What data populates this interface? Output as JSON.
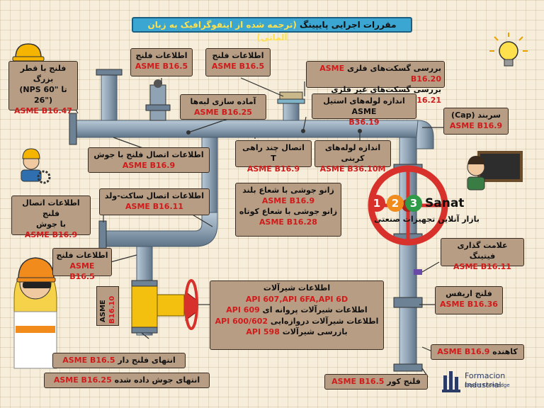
{
  "title": {
    "main": "مقررات اجرایی پایپینگ",
    "sub": "(ترجمه شده از اینفوگرافیک به زبان آلمانی)"
  },
  "labels": {
    "large_flange": {
      "l1": "فلنج با قطر بزرگ",
      "l2": "(NPS 60\" تا 26\")",
      "std": "ASME B16.47"
    },
    "flange_info_1": {
      "l1": "اطلاعات فلنج",
      "std": "ASME B16.5"
    },
    "flange_info_2": {
      "l1": "اطلاعات فلنج",
      "std": "ASME B16.5"
    },
    "gasket": {
      "l1": "بررسی گسکت‌های فلزی",
      "std1": "ASME B16.20",
      "l2": "بررسی گسکت‌های غیر فلزی",
      "std2": "ASME B16.21"
    },
    "bevel": {
      "l1": "آماده سازی لبه‌ها",
      "std": "ASME B16.25"
    },
    "stainless": {
      "l1": "اندازه لوله‌های استیل ASME",
      "std": "B36.19"
    },
    "cap": {
      "l1": "سربند (Cap)",
      "std": "ASME B16.9"
    },
    "weld_flange_1": {
      "l1": "اطلاعات اتصال فلنج با جوش",
      "std": "ASME B16.9"
    },
    "tee": {
      "l1": "اتصال چند راهی T",
      "std": "ASME B16.9"
    },
    "carbon": {
      "l1": "اندازه لوله‌های کربنی",
      "std": "ASME B36.10M"
    },
    "socket_weld": {
      "l1": "اطلاعات اتصال ساکت-ولد",
      "std": "ASME B16.11"
    },
    "elbow": {
      "l1": "زانو جوشی با شعاع بلند",
      "std1": "ASME B16.9",
      "l2": "زانو جوشی با شعاع کوتاه",
      "std2": "ASME B16.28"
    },
    "weld_flange_2": {
      "l1": "اطلاعات اتصال فلنج",
      "l2": "با جوش",
      "std": "ASME B16.9"
    },
    "fitting_mark": {
      "l1": "علامت گذاری فیتینگ",
      "std": "ASME B16.11"
    },
    "flange_info_3": {
      "l1": "اطلاعات فلنج",
      "std": "ASME B16.5"
    },
    "valves": {
      "l1": "اطلاعات شیرآلات",
      "std1": "API 607,API 6FA,API 6D",
      "l2": "اطلاعات شیرآلات پروانه ای",
      "std2": "API 609",
      "l3": "اطلاعات شیرآلات دروازه‌ایی",
      "std3": "API 600/602",
      "l4": "بازرسی شیرآلات",
      "std4": "API 598"
    },
    "orifice": {
      "l1": "فلنج اریفس",
      "std": "ASME B16.36"
    },
    "reducer": {
      "l1": "کاهنده",
      "std": "ASME B16.9"
    },
    "flanged_end": {
      "l1": "انتهای فلنج دار",
      "std": "ASME B16.5"
    },
    "weld_end": {
      "l1": "انتهای جوش داده شده",
      "std": "ASME B16.25"
    },
    "blind": {
      "l1": "فلنج کور",
      "std": "ASME B16.5"
    },
    "asme_vertical": {
      "l1": "ASME",
      "std": "B16.10"
    }
  },
  "logo": {
    "d1": "1",
    "d2": "2",
    "d3": "3",
    "brand": "Sanat",
    "tagline": "بازار آنلاین تجهیزات صنعتی"
  },
  "footer": {
    "company": "Formacion Industrial",
    "tagline": "Expert Knowledge"
  },
  "colors": {
    "pipe": "#8fa3b5",
    "label_bg": "#b79d84",
    "std_red": "#d11a1a",
    "valve_red": "#d8302a",
    "title_bg": "#3aa6d1"
  }
}
